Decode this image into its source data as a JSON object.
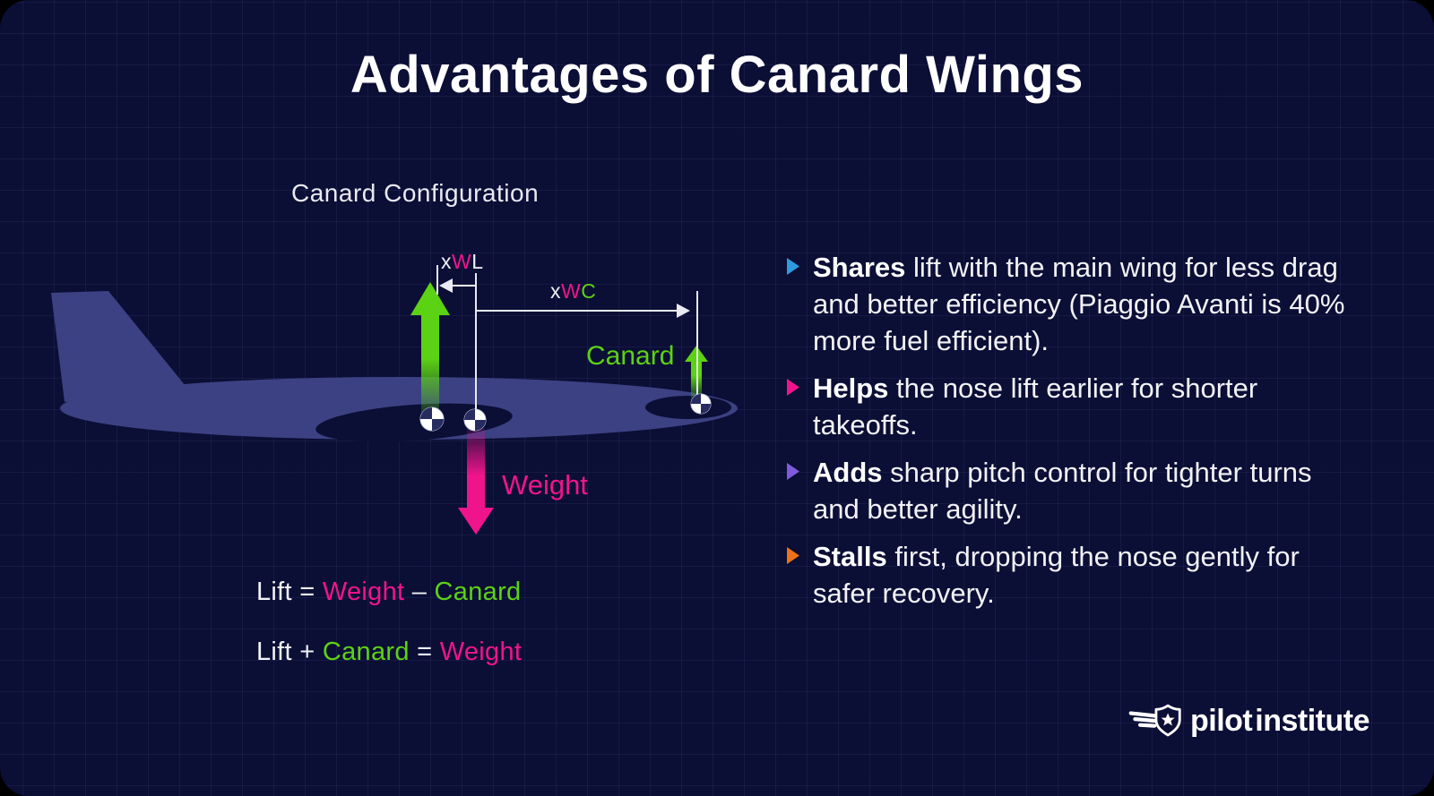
{
  "title": "Advantages of Canard Wings",
  "diagram": {
    "caption": "Canard Configuration",
    "labels": {
      "xwl": {
        "x": "x",
        "w": "W",
        "l": "L"
      },
      "xwc": {
        "x": "x",
        "w": "W",
        "c": "C"
      },
      "canard_force": "Canard",
      "weight_force": "Weight"
    },
    "equations": [
      {
        "parts": [
          {
            "t": "Lift = ",
            "c": "white"
          },
          {
            "t": "Weight",
            "c": "pink"
          },
          {
            "t": " – ",
            "c": "white"
          },
          {
            "t": "Canard",
            "c": "green"
          }
        ]
      },
      {
        "parts": [
          {
            "t": "Lift + ",
            "c": "white"
          },
          {
            "t": "Canard",
            "c": "green"
          },
          {
            "t": " = ",
            "c": "white"
          },
          {
            "t": "Weight",
            "c": "pink"
          }
        ]
      }
    ]
  },
  "bullets": [
    {
      "lead": "Shares",
      "rest": " lift with the main wing for less drag and better efficiency (Piaggio Avanti is 40% more fuel efficient).",
      "color": "#2e9be0"
    },
    {
      "lead": "Helps",
      "rest": " the nose lift earlier for shorter takeoffs.",
      "color": "#f0148c"
    },
    {
      "lead": "Adds",
      "rest": " sharp pitch control for tighter turns and better agility.",
      "color": "#7f5bdc"
    },
    {
      "lead": "Stalls",
      "rest": " first, dropping the nose gently for safer recovery.",
      "color": "#ee7019"
    }
  ],
  "logo": {
    "part1": "pilot",
    "part2": "institute"
  },
  "colors": {
    "card_background": "#0b0e35",
    "aircraft": "#3b4182",
    "green": "#5cd214",
    "pink": "#f0148c",
    "marker_blue": "#2e9be0",
    "marker_pink": "#f0148c",
    "marker_purple": "#7f5bdc",
    "marker_orange": "#ee7019",
    "text": "#f2f2f6"
  }
}
